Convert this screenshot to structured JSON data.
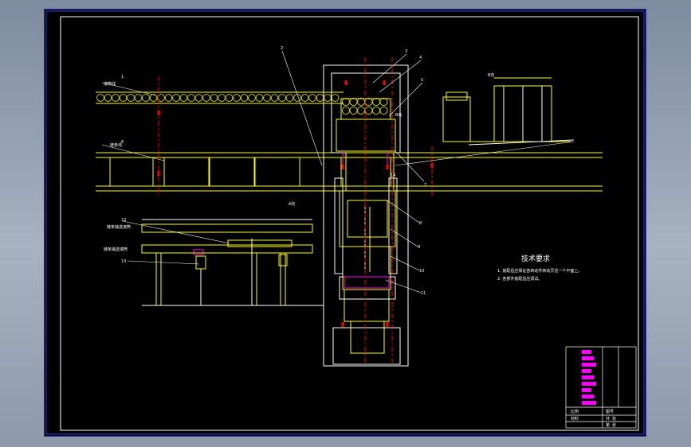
{
  "drawing": {
    "tech_title": "技术要求",
    "tech_notes": [
      "1. 装配后应保证各转动件转动灵活一个平面上。",
      "2. 各部件装配后应调试。"
    ],
    "view_labels": {
      "a": "A向",
      "b": "B向",
      "b2": "B向"
    },
    "left_labels": [
      "滚筒线",
      "链条线",
      "链条输送滚筒",
      "链条输送滚筒"
    ],
    "callouts": [
      "1",
      "2",
      "3",
      "4",
      "5",
      "6",
      "7",
      "8",
      "9",
      "10",
      "11",
      "12",
      "13",
      "14"
    ],
    "title_block": {
      "r1": "比例",
      "r2": "图号",
      "r3": "材料",
      "r4": "共 张",
      "r5": "第 张"
    }
  },
  "colors": {
    "sheet": "#000000",
    "frame": "#2a3cff",
    "yellow": "#ffff00",
    "white": "#ffffff",
    "magenta": "#ff00ff",
    "red": "#ff0000"
  }
}
